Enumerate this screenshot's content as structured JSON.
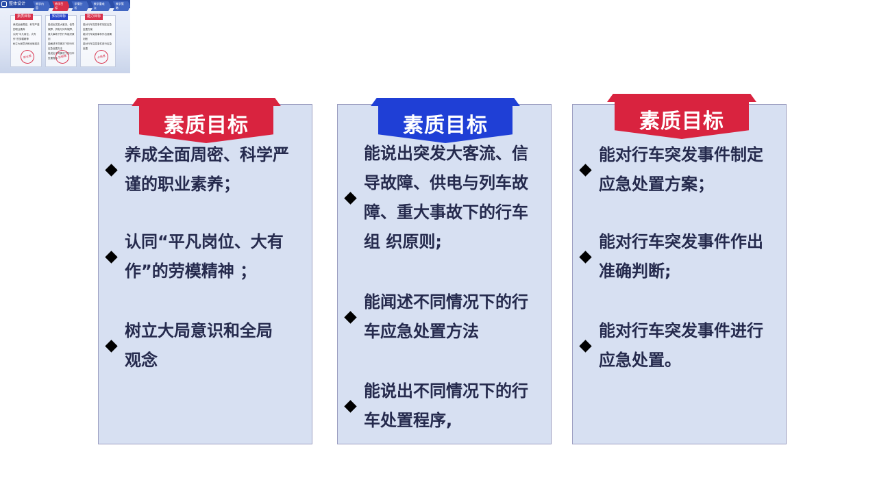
{
  "thumbnail": {
    "title": "整体设计",
    "steps": [
      "教学内容",
      "教学目标",
      "学情分析",
      "教学重难点",
      "教学策略"
    ],
    "active_step_index": 1,
    "columns": [
      {
        "heading": "素质目标",
        "color": "#d9314b",
        "lines": [
          "养成全面周密、科学严谨的职业素养",
          "认同“平凡岗位、大有作”的劳模精神",
          "树立大局意识和全局观念"
        ],
        "stamp": "职业素"
      },
      {
        "heading": "知识目标",
        "color": "#2a45c9",
        "lines": [
          "能说出突发大客流、信导故障、供电与列车故障、重大事故下的行车组织原则",
          "能阐述不同情况下的行车应急处置方法",
          "能说出不同情况下的行车处置程序"
        ],
        "stamp": "劳模精"
      },
      {
        "heading": "能力目标",
        "color": "#d9314b",
        "lines": [
          "能对行车突发事件制定应急处置方案",
          "能对行车突发事件作出准确判断",
          "能对行车突发事件进行应急处置"
        ],
        "stamp": "大局意"
      }
    ]
  },
  "cards": [
    {
      "title": "素质目标",
      "color": "#d9233f",
      "items": [
        "养成全面周密、科学严\n谨的职业素养；",
        "认同“平凡岗位、大有\n作”的劳模精神 ；",
        "树立大局意识和全局\n观念"
      ]
    },
    {
      "title": "素质目标",
      "color": "#1f3fd6",
      "items": [
        "能说出突发大客流、信\n导故障、供电与列车故\n障、重大事故下的行车\n组  织原则;",
        "能闻述不同情况下的行\n车应急处置方法",
        "能说出不同情况下的行\n车处置程序,"
      ]
    },
    {
      "title": "素质目标",
      "color": "#d9233f",
      "items": [
        "能对行车突发事件制定\n应急处置方案；",
        "能对行车突发事件作出\n准确判断;",
        "能对行车突发事件进行\n应急处置。"
      ]
    }
  ]
}
